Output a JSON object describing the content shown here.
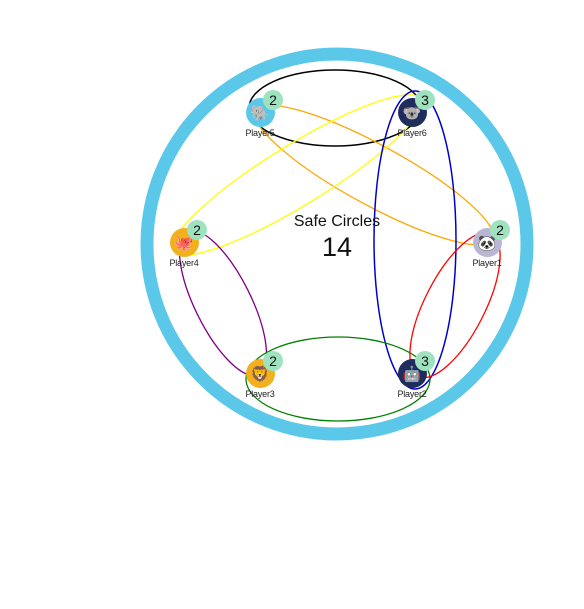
{
  "board": {
    "title": "Safe Circles",
    "score": "14",
    "ring_color": "#5bc8ea"
  },
  "players": [
    {
      "name": "Player5",
      "count": "2",
      "icon": "elephant-icon",
      "avatar_color": "#5bc8ea"
    },
    {
      "name": "Player6",
      "count": "3",
      "icon": "koala-icon",
      "avatar_color": "#1f2d5c"
    },
    {
      "name": "Player4",
      "count": "2",
      "icon": "octopus-icon",
      "avatar_color": "#f2b01e"
    },
    {
      "name": "Player1",
      "count": "2",
      "icon": "panda-icon",
      "avatar_color": "#b9b6d3"
    },
    {
      "name": "Player3",
      "count": "2",
      "icon": "lion-icon",
      "avatar_color": "#f2b01e"
    },
    {
      "name": "Player2",
      "count": "3",
      "icon": "robot-icon",
      "avatar_color": "#1f2d5c"
    }
  ],
  "links": [
    {
      "pair": [
        "Player5",
        "Player6"
      ],
      "color": "#000000"
    },
    {
      "pair": [
        "Player5",
        "Player1"
      ],
      "color": "#ffa500"
    },
    {
      "pair": [
        "Player6",
        "Player4"
      ],
      "color": "#ffff00"
    },
    {
      "pair": [
        "Player6",
        "Player2"
      ],
      "color": "#0000cd"
    },
    {
      "pair": [
        "Player4",
        "Player3"
      ],
      "color": "#800080"
    },
    {
      "pair": [
        "Player3",
        "Player2"
      ],
      "color": "#008000"
    },
    {
      "pair": [
        "Player2",
        "Player1"
      ],
      "color": "#ff0000"
    }
  ]
}
